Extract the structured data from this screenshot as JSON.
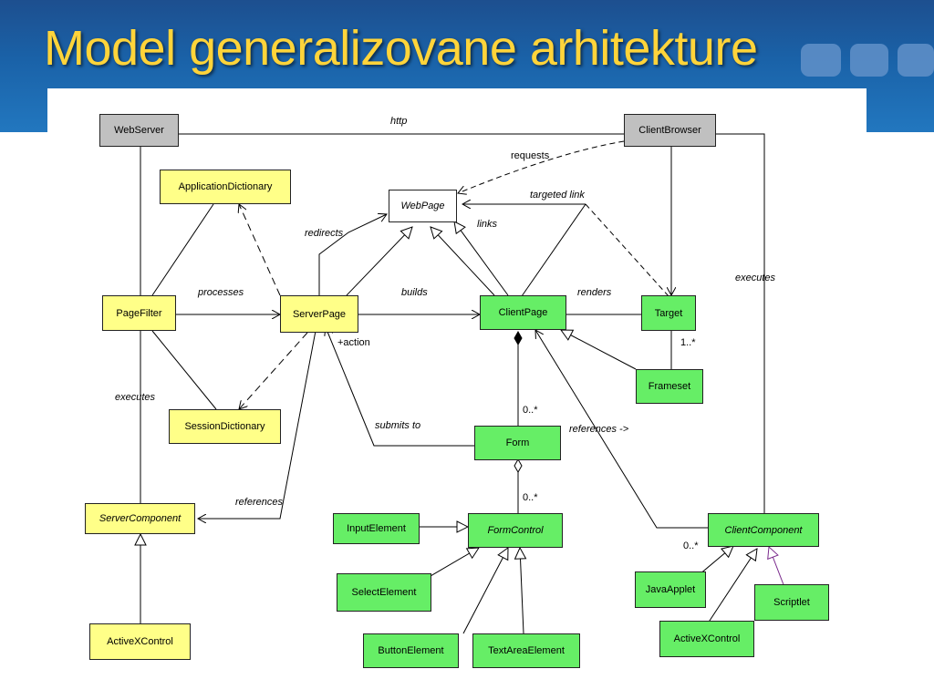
{
  "slide": {
    "title": "Model generalizovane arhitekture"
  },
  "classes": {
    "web_server": "WebServer",
    "client_browser": "ClientBrowser",
    "application_dictionary": "ApplicationDictionary",
    "web_page": "WebPage",
    "page_filter": "PageFilter",
    "server_page": "ServerPage",
    "client_page": "ClientPage",
    "target": "Target",
    "frameset": "Frameset",
    "session_dictionary": "SessionDictionary",
    "form": "Form",
    "server_component": "ServerComponent",
    "input_element": "InputElement",
    "form_control": "FormControl",
    "client_component": "ClientComponent",
    "select_element": "SelectElement",
    "java_applet": "JavaApplet",
    "scriptlet": "Scriptlet",
    "button_element": "ButtonElement",
    "text_area_element": "TextAreaElement",
    "activex_control_server": "ActiveXControl",
    "activex_control_client": "ActiveXControl"
  },
  "labels": {
    "http": "http",
    "requests": "requests",
    "targeted_link": "targeted link",
    "links": "links",
    "redirects": "redirects",
    "processes": "processes",
    "builds": "builds",
    "renders": "renders",
    "executes_server": "executes",
    "executes_client": "executes",
    "action": "+action",
    "submits_to": "submits to",
    "references_client": "references ->",
    "references_server": "references"
  },
  "multiplicities": {
    "frameset_target": "1..*",
    "clientpage_form": "0..*",
    "form_formcontrol": "0..*",
    "clientcomponent": "0..*"
  },
  "colors": {
    "title": "#ffd43a",
    "header_band": "#1a62a8",
    "gray_class": "#c0c0c0",
    "yellow_class": "#ffff88",
    "green_class": "#66ee66"
  }
}
